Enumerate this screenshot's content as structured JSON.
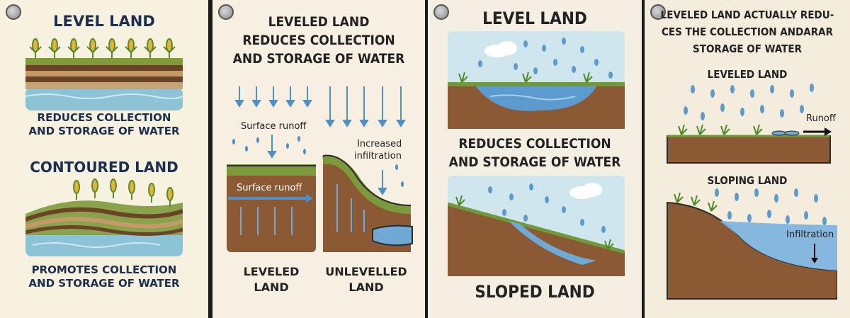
{
  "panel1": {
    "top_title": "LEVEL LAND",
    "top_caption_1": "REDUCES COLLECTION",
    "top_caption_2": "AND STORAGE OF WATER",
    "mid_title": "CONTOURED LAND",
    "bottom_caption_1": "PROMOTES COLLECTION",
    "bottom_caption_2": "AND STORAGE OF WATER"
  },
  "panel2": {
    "title_1": "LEVELED LAND",
    "title_2": "REDUCES COLLECTION",
    "title_3": "AND STORAGE OF WATER",
    "label_runoff_top": "Surface runoff",
    "label_runoff_inside": "Surface runoff",
    "label_infiltration_1": "Increased",
    "label_infiltration_2": "infiltration",
    "caption_left_1": "LEVELED",
    "caption_left_2": "LAND",
    "caption_right_1": "UNLEVELLED",
    "caption_right_2": "LAND"
  },
  "panel3": {
    "title": "LEVEL LAND",
    "mid_1": "REDUCES COLLECTION",
    "mid_2": "AND STORAGE OF WATER",
    "bottom": "SLOPED LAND"
  },
  "panel4": {
    "title_1": "LEVELED LAND ACTUALLY REDU-",
    "title_2": "CES THE COLLECTION ANDARAR",
    "title_3": "STORAGE OF WATER",
    "sub_1": "LEVELED LAND",
    "runoff": "Runoff",
    "sub_2": "SLOPING LAND",
    "infiltration": "Infiltration"
  },
  "colors": {
    "navy": "#1c2f4f",
    "soil": "#8b5a34",
    "water": "#6fa9d6",
    "grass": "#6f9a3a"
  }
}
